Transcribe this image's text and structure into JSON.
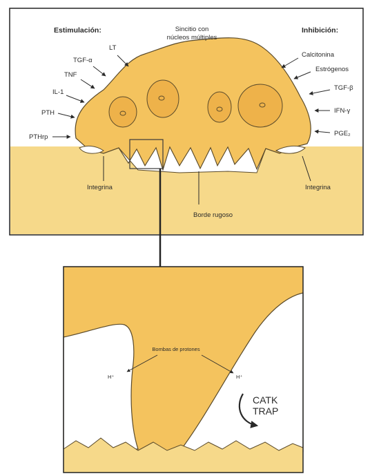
{
  "top_panel": {
    "stimulation_header": "Estimulación:",
    "inhibition_header": "Inhibición:",
    "syncytium_label_line1": "Sincitio con",
    "syncytium_label_line2": "núcleos múltiples",
    "stimulators": [
      "LT",
      "TGF-α",
      "TNF",
      "IL-1",
      "PTH",
      "PTHrp"
    ],
    "inhibitors": [
      "Calcitonina",
      "Estrógenos",
      "TGF-β",
      "IFN-γ",
      "PGE₂"
    ],
    "integrin_left": "Integrina",
    "integrin_right": "Integrina",
    "ruffled_border": "Borde rugoso"
  },
  "bottom_panel": {
    "proton_pumps": "Bombas de protones",
    "h_left": "H⁺",
    "h_right": "H⁺",
    "enzyme_line1": "CATK",
    "enzyme_line2": "TRAP"
  },
  "colors": {
    "cell": "#f4c35e",
    "cell_dark": "#e9ae3c",
    "bone": "#f6d98a",
    "nucleus": "#eeb24a",
    "outline": "#5a4a2a"
  }
}
